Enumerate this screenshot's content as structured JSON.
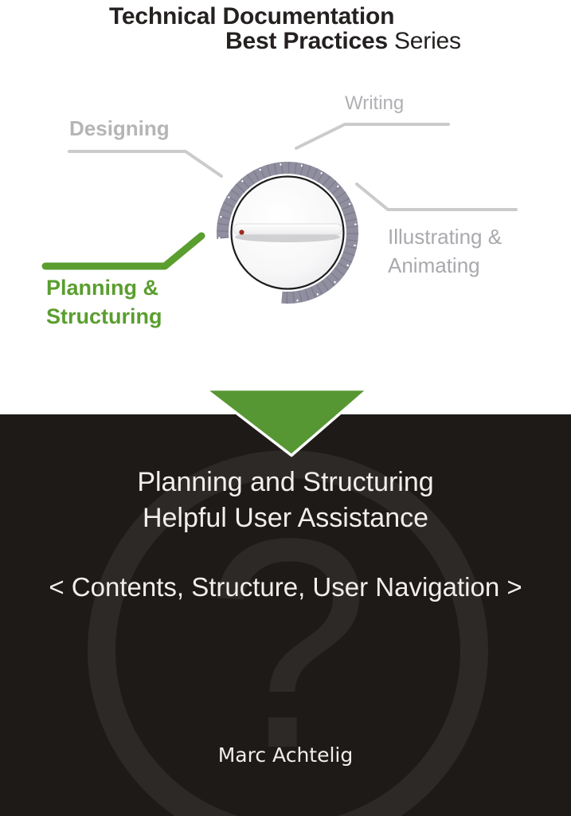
{
  "series_header": {
    "line1": "Technical Documentation",
    "line2_emphasis": "Best Practices",
    "line2_suffix": "Series"
  },
  "dial": {
    "labels": {
      "designing": "Designing",
      "writing": "Writing",
      "illustrating_line1": "Illustrating &",
      "illustrating_line2": "Animating",
      "planning_line1": "Planning &",
      "planning_line2": "Structuring"
    },
    "active_label": "Planning & Structuring"
  },
  "book": {
    "title_line1": "Planning and Structuring",
    "title_line2": "Helpful User Assistance",
    "subtitle": "< Contents, Structure, User Navigation >",
    "author": "Marc Achtelig"
  },
  "watermark": {
    "glyph": "?"
  },
  "colors": {
    "accent_green": "#5a9e2f",
    "triangle_green": "#569733",
    "ring_slate": "#8f8fa0",
    "ring_tick": "#6e6e80",
    "inactive_label_gray": "#b0aeb2",
    "connector_gray": "#cbcbcb",
    "dark_background": "#1d1a17",
    "watermark_gray": "#2c2926",
    "light_text": "#f1efee",
    "indicator_red": "#9e2b20",
    "header_text": "#252121"
  }
}
